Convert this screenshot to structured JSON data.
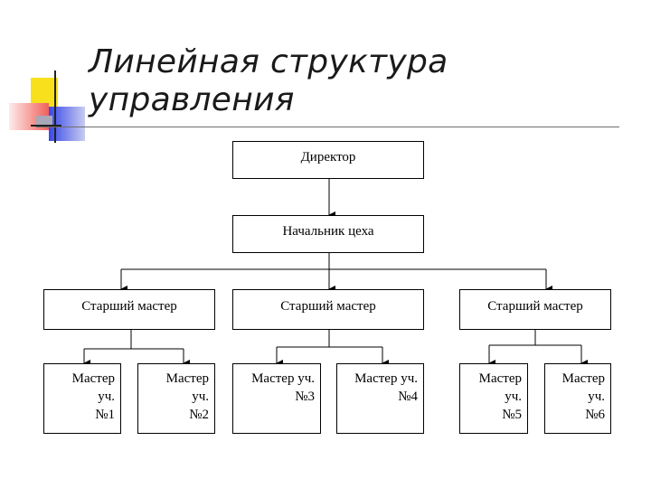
{
  "slide": {
    "title_line1": "Линейная структура",
    "title_line2": "управления",
    "accent_colors": {
      "yellow": "#f8e01c",
      "red": "#f0605a",
      "blue": "#3848e8",
      "gray": "#a8a8b8"
    }
  },
  "org_chart": {
    "director": "Директор",
    "shop_head": "Начальник цеха",
    "senior_masters": [
      "Старший мастер",
      "Старший мастер",
      "Старший мастер"
    ],
    "masters": [
      {
        "line1": "Мастер",
        "line2": "уч.",
        "line3": "№1"
      },
      {
        "line1": "Мастер",
        "line2": "уч.",
        "line3": "№2"
      },
      {
        "line1": "Мастер уч.",
        "line2": "№3",
        "line3": ""
      },
      {
        "line1": "Мастер уч.",
        "line2": "№4",
        "line3": ""
      },
      {
        "line1": "Мастер",
        "line2": "уч.",
        "line3": "№5"
      },
      {
        "line1": "Мастер",
        "line2": "уч.",
        "line3": "№6"
      }
    ]
  }
}
